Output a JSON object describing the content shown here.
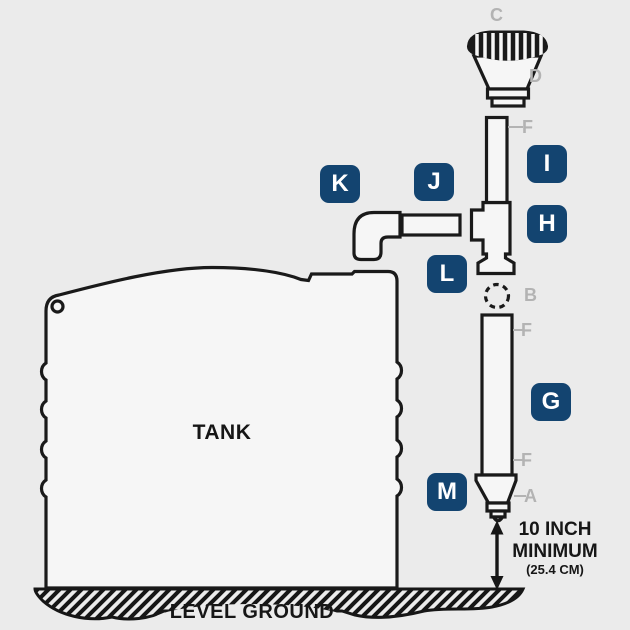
{
  "title": "Tank vent installation diagram",
  "colors": {
    "background": "#ebebeb",
    "badge_bg": "#134470",
    "badge_text": "#ffffff",
    "line": "#1a1a1a",
    "gray_label": "#b3b3b3"
  },
  "badges": {
    "k": "K",
    "j": "J",
    "l": "L",
    "i": "I",
    "h": "H",
    "g": "G",
    "m": "M"
  },
  "part_labels": {
    "c": "C",
    "d": "D",
    "f_top": "F",
    "b": "B",
    "f_mid": "F",
    "f_bottom": "F",
    "a": "A"
  },
  "labels": {
    "tank": "TANK",
    "level_ground": "LEVEL GROUND"
  },
  "dimension": {
    "line1": "10 INCH",
    "line2": "MINIMUM",
    "line3": "(25.4 CM)"
  }
}
